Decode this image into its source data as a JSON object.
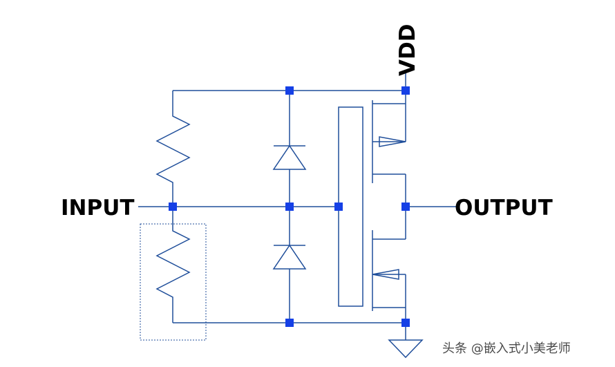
{
  "labels": {
    "input": "INPUT",
    "output": "OUTPUT",
    "vdd": "VDD"
  },
  "watermark": "头条 @嵌入式小美老师",
  "colors": {
    "wire": "#1f4e9a",
    "node": "#1540e6",
    "text": "#000000",
    "watermark": "#4a4a4a"
  }
}
